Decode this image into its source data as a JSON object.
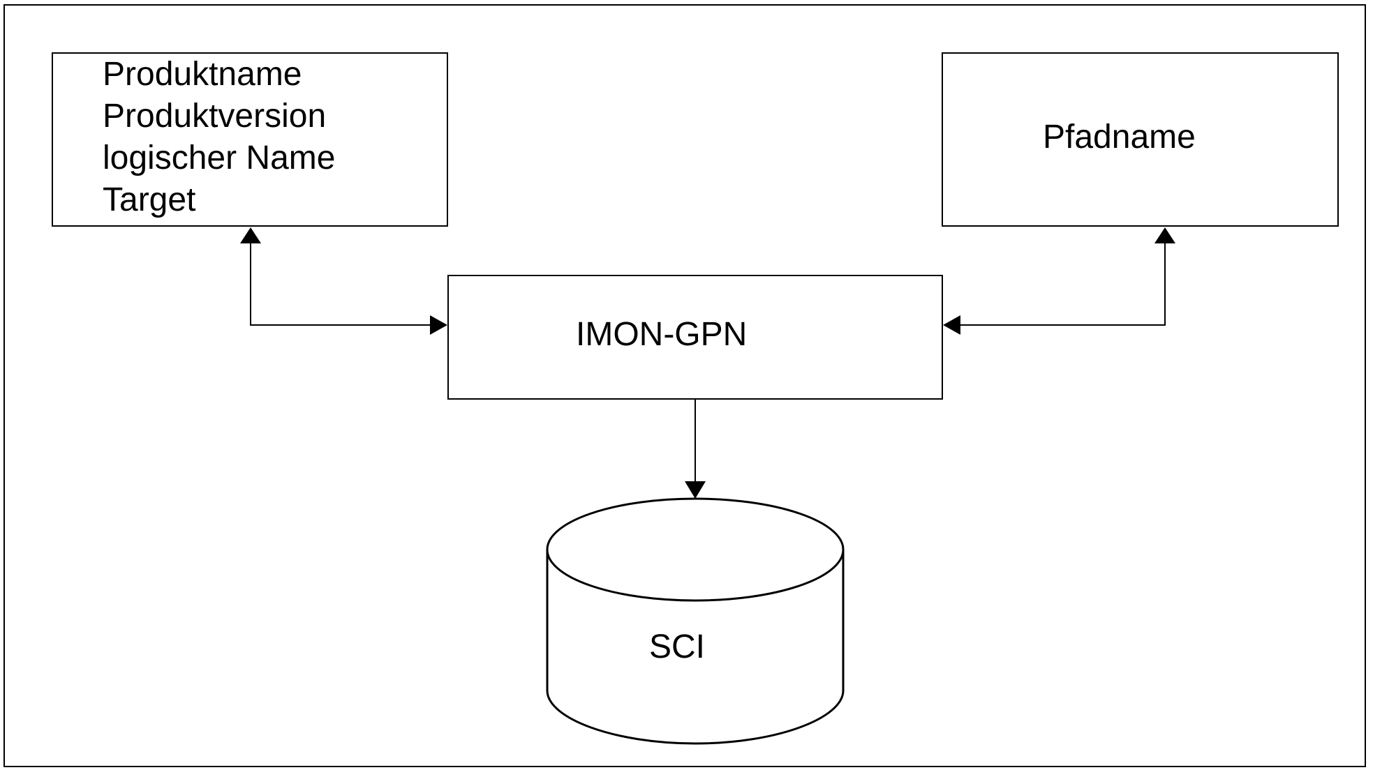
{
  "diagram": {
    "product_box": {
      "lines": [
        "Produktname",
        "Produktversion",
        "logischer Name",
        "Target"
      ]
    },
    "path_box": {
      "label": "Pfadname"
    },
    "center_box": {
      "label": "IMON-GPN"
    },
    "database": {
      "label": "SCI"
    },
    "connectors": [
      {
        "from": "IMON-GPN",
        "to": "Produktname / Produktversion / logischer Name / Target",
        "direction": "bidirectional"
      },
      {
        "from": "IMON-GPN",
        "to": "Pfadname",
        "direction": "bidirectional"
      },
      {
        "from": "IMON-GPN",
        "to": "SCI",
        "direction": "one-way"
      }
    ]
  }
}
